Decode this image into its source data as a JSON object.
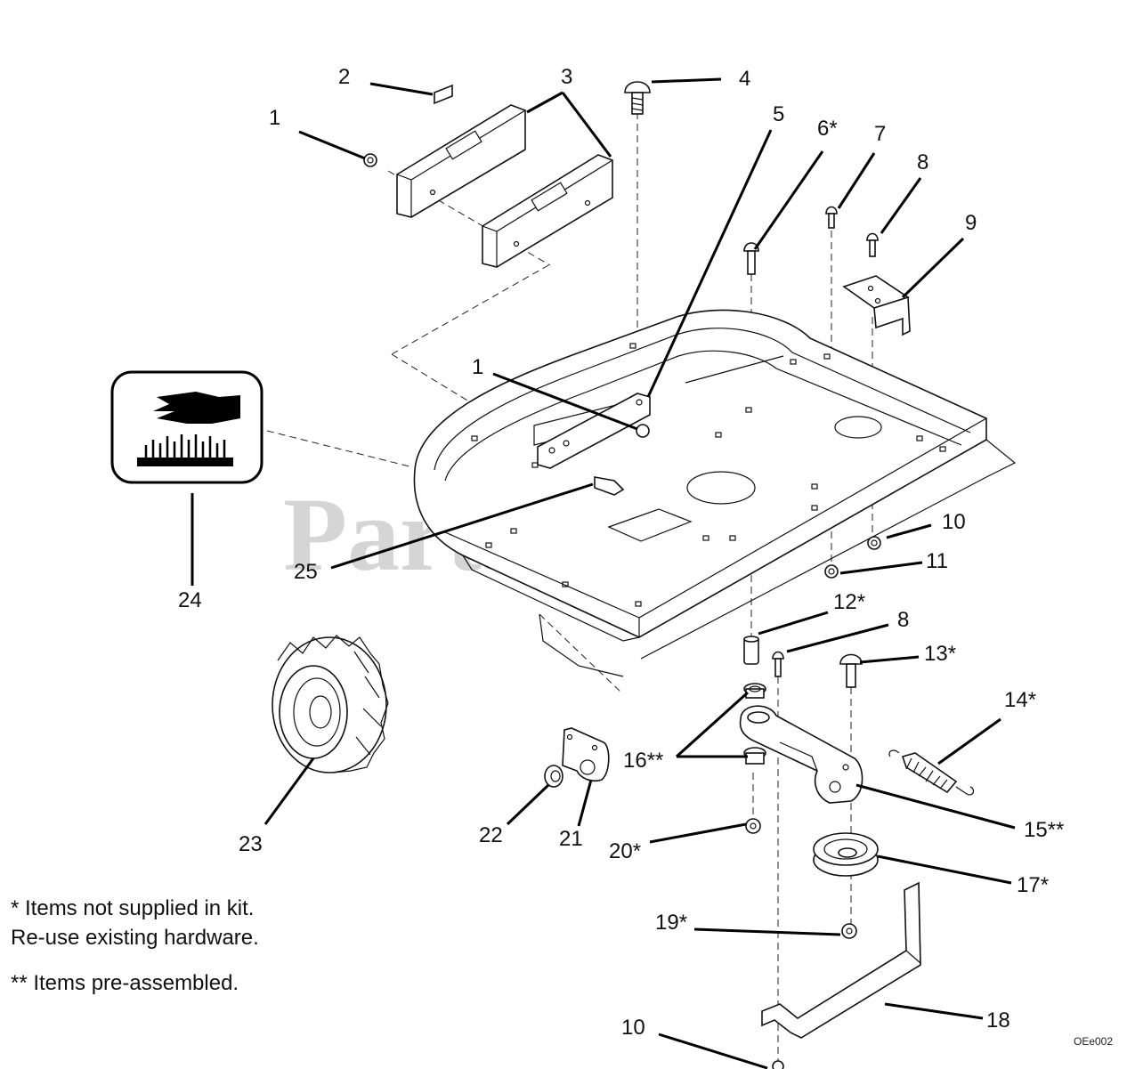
{
  "diagram": {
    "watermark": "PartsTree",
    "watermark_mark": "™",
    "drawing_code": "OEe002",
    "callouts": {
      "c1a": "1",
      "c2": "2",
      "c3": "3",
      "c4": "4",
      "c5": "5",
      "c6": "6*",
      "c7": "7",
      "c8a": "8",
      "c9": "9",
      "c1b": "1",
      "c10a": "10",
      "c11": "11",
      "c12": "12*",
      "c8b": "8",
      "c13": "13*",
      "c14": "14*",
      "c15": "15**",
      "c16": "16**",
      "c17": "17*",
      "c18": "18",
      "c19": "19*",
      "c20": "20*",
      "c21": "21",
      "c22": "22",
      "c23": "23",
      "c24": "24",
      "c25": "25",
      "c10b": "10"
    },
    "notes": {
      "line1": "* Items not supplied in kit.",
      "line2": "Re-use existing hardware.",
      "line3": "** Items pre-assembled."
    }
  }
}
